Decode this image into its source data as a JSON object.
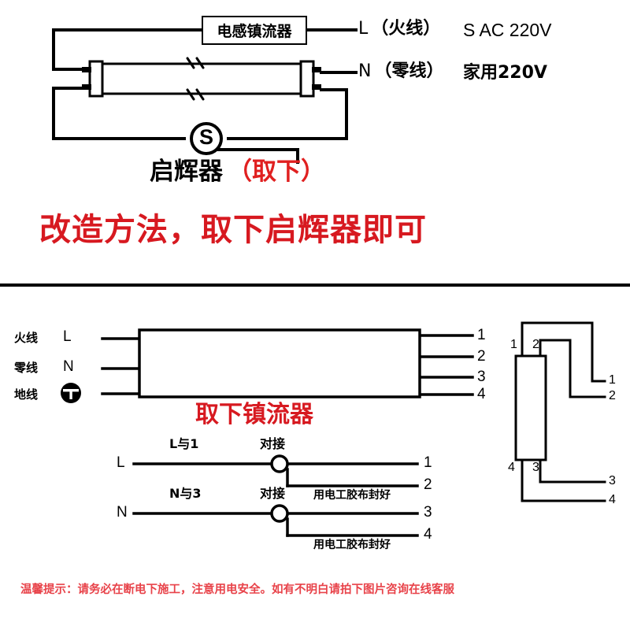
{
  "page": {
    "background_color": "#ffffff",
    "accent_red": "#d71920",
    "line_color": "#000000"
  },
  "top_section": {
    "ballast_box": {
      "label": "电感镇流器"
    },
    "supply": {
      "live_code": "L",
      "live_name": "（火线）",
      "neutral_code": "N",
      "neutral_name": "（零线）",
      "voltage_ac": "S AC 220V",
      "voltage_home": "家用220V"
    },
    "lamp": {
      "name": "fluorescent-tube",
      "break_marks": "//"
    },
    "starter": {
      "symbol": "S",
      "caption_black": "启辉器",
      "caption_red": "（取下）"
    },
    "headline": "改造方法，取下启辉器即可"
  },
  "bottom_section": {
    "ballast_box": {
      "subtitle_red": "取下镇流器"
    },
    "input_rows": [
      {
        "cn": "火线",
        "code": "L",
        "icon": ""
      },
      {
        "cn": "零线",
        "code": "N",
        "icon": ""
      },
      {
        "cn": "地线",
        "code": "",
        "icon": "ground-symbol"
      }
    ],
    "outputs": [
      "1",
      "2",
      "3",
      "4"
    ],
    "connections": [
      {
        "source": "L",
        "title": "L与1",
        "junction": "对接",
        "tape_note": "用电工胶布封好",
        "to_main": "1",
        "to_capped": "2"
      },
      {
        "source": "N",
        "title": "N与3",
        "junction": "对接",
        "tape_note": "用电工胶布封好",
        "to_main": "3",
        "to_capped": "4"
      }
    ],
    "tube_terminals": {
      "top_left": "1",
      "top_right": "2",
      "bottom_left": "4",
      "bottom_right": "3",
      "lead_upper_1": "1",
      "lead_upper_2": "2",
      "lead_lower_3": "3",
      "lead_lower_4": "4"
    }
  },
  "footer": {
    "note": "温馨提示：请务必在断电下施工，注意用电安全。如有不明白请拍下图片咨询在线客服"
  }
}
